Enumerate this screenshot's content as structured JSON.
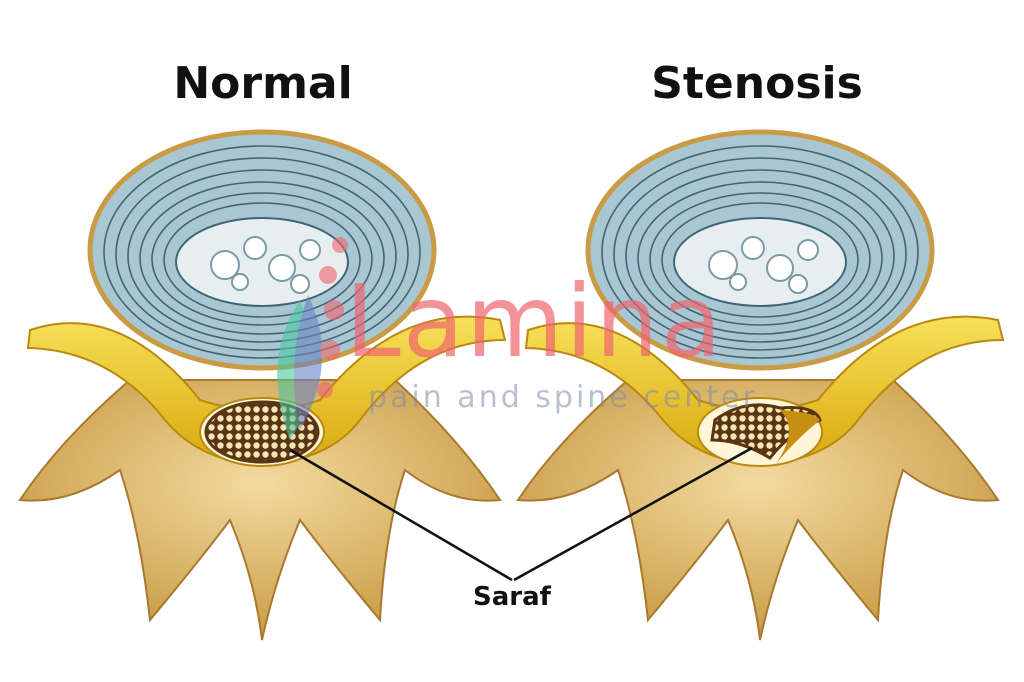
{
  "titles": {
    "normal": "Normal",
    "stenosis": "Stenosis"
  },
  "label": "Saraf",
  "watermark": {
    "brand": "Lamina",
    "tagline": "pain and spine center"
  },
  "colors": {
    "disc": "#a9c6d3",
    "bone": "#d9b462",
    "ligament": "#f2cd1e",
    "nerve": "#5a3513",
    "watermark": "#f0646e"
  }
}
